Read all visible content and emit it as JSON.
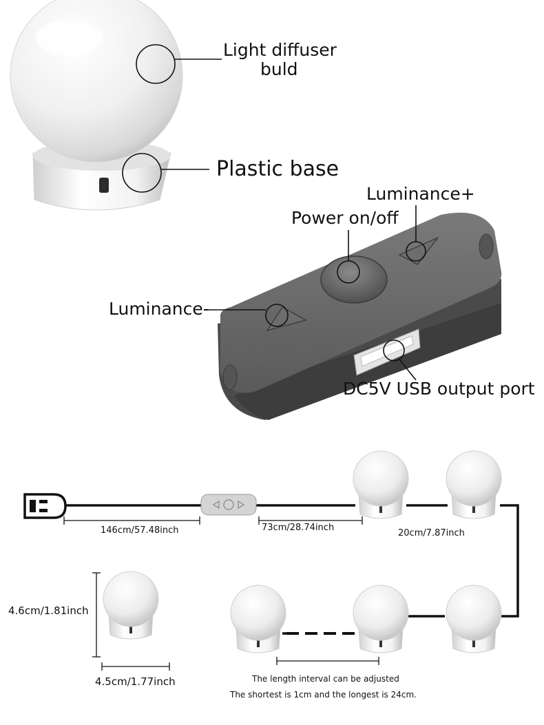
{
  "callouts": {
    "diffuser_line1": "Light diffuser",
    "diffuser_line2": "buld",
    "plastic_base": "Plastic base",
    "luminance_plus": "Luminance+",
    "power": "Power on/off",
    "luminance_minus": "Luminance-",
    "usb_port": "DC5V USB output port"
  },
  "dimensions": {
    "cable_to_switch": "146cm/57.48inch",
    "switch_to_first_bulb": "73cm/28.74inch",
    "bulb_spacing": "20cm/7.87inch",
    "bulb_height": "4.6cm/1.81inch",
    "bulb_width": "4.5cm/1.77inch"
  },
  "notes": {
    "line1": "The length interval can be adjusted",
    "line2": "The shortest is 1cm and the longest is 24cm."
  },
  "colors": {
    "bulb_white": "#f4f4f4",
    "switch_gray": "#5e5e5e",
    "cable_black": "#111111"
  }
}
